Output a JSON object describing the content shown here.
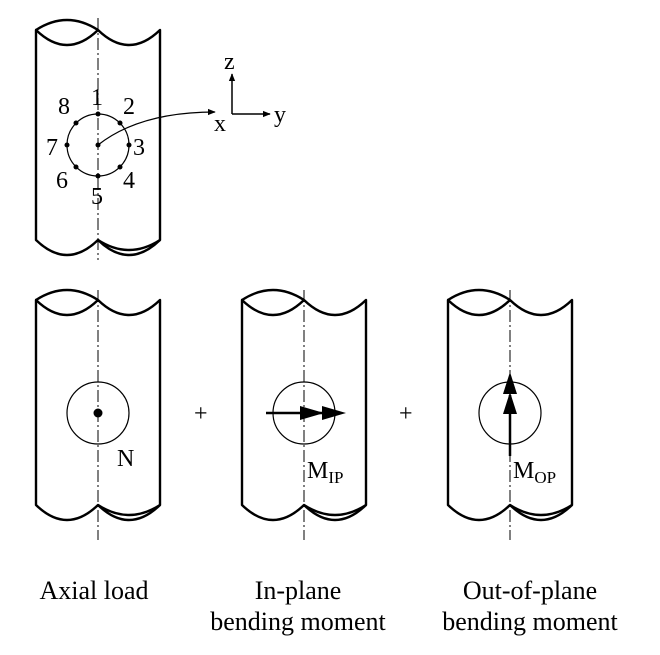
{
  "axes": {
    "z": "z",
    "x": "x",
    "y": "y"
  },
  "points": [
    "1",
    "2",
    "3",
    "4",
    "5",
    "6",
    "7",
    "8"
  ],
  "operators": {
    "plus1": "+",
    "plus2": "+"
  },
  "loads": {
    "axial": {
      "symbol": "N",
      "caption": [
        "Axial load"
      ]
    },
    "in_plane": {
      "symbol_main": "M",
      "symbol_sub": "IP",
      "caption": [
        "In-plane",
        "bending moment"
      ]
    },
    "out_of_plane": {
      "symbol_main": "M",
      "symbol_sub": "OP",
      "caption": [
        "Out-of-plane",
        "bending moment"
      ]
    }
  },
  "colors": {
    "stroke": "#000000",
    "background": "#ffffff"
  }
}
